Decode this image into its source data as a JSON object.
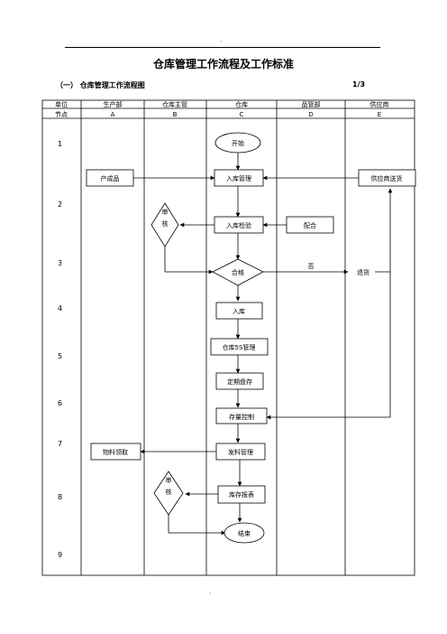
{
  "header": {
    "top_mark": "·",
    "title": "仓库管理工作流程及工作标准",
    "subtitle": "（一） 仓库管理工作流程图",
    "page": "1/3",
    "bottom_mark": "·"
  },
  "table": {
    "row_label_unit": "单位",
    "row_label_node": "节点",
    "columns": [
      {
        "unit": "生产部",
        "node": "A"
      },
      {
        "unit": "仓库主管",
        "node": "B"
      },
      {
        "unit": "仓库",
        "node": "C"
      },
      {
        "unit": "品管部",
        "node": "D"
      },
      {
        "unit": "供应商",
        "node": "E"
      }
    ],
    "row_numbers": [
      "1",
      "2",
      "3",
      "4",
      "5",
      "6",
      "7",
      "8",
      "9"
    ]
  },
  "flow": {
    "start": "开始",
    "finished_goods": "产成品",
    "supplier_delivery": "供应商送货",
    "inbound_management": "入库管理",
    "review_1": "审核",
    "inbound_inspection": "入库检验",
    "cooperate": "配合",
    "qualified": "合格",
    "no_label": "否",
    "return_goods": "退货",
    "warehousing": "入库",
    "fivs_management": "仓库5S管理",
    "periodic_inventory": "定期盘存",
    "stock_control": "存量控制",
    "issue_management": "发料管理",
    "material_requisition": "物料领取",
    "review_2": "审核",
    "inventory_report": "库存报表",
    "end": "结束"
  }
}
